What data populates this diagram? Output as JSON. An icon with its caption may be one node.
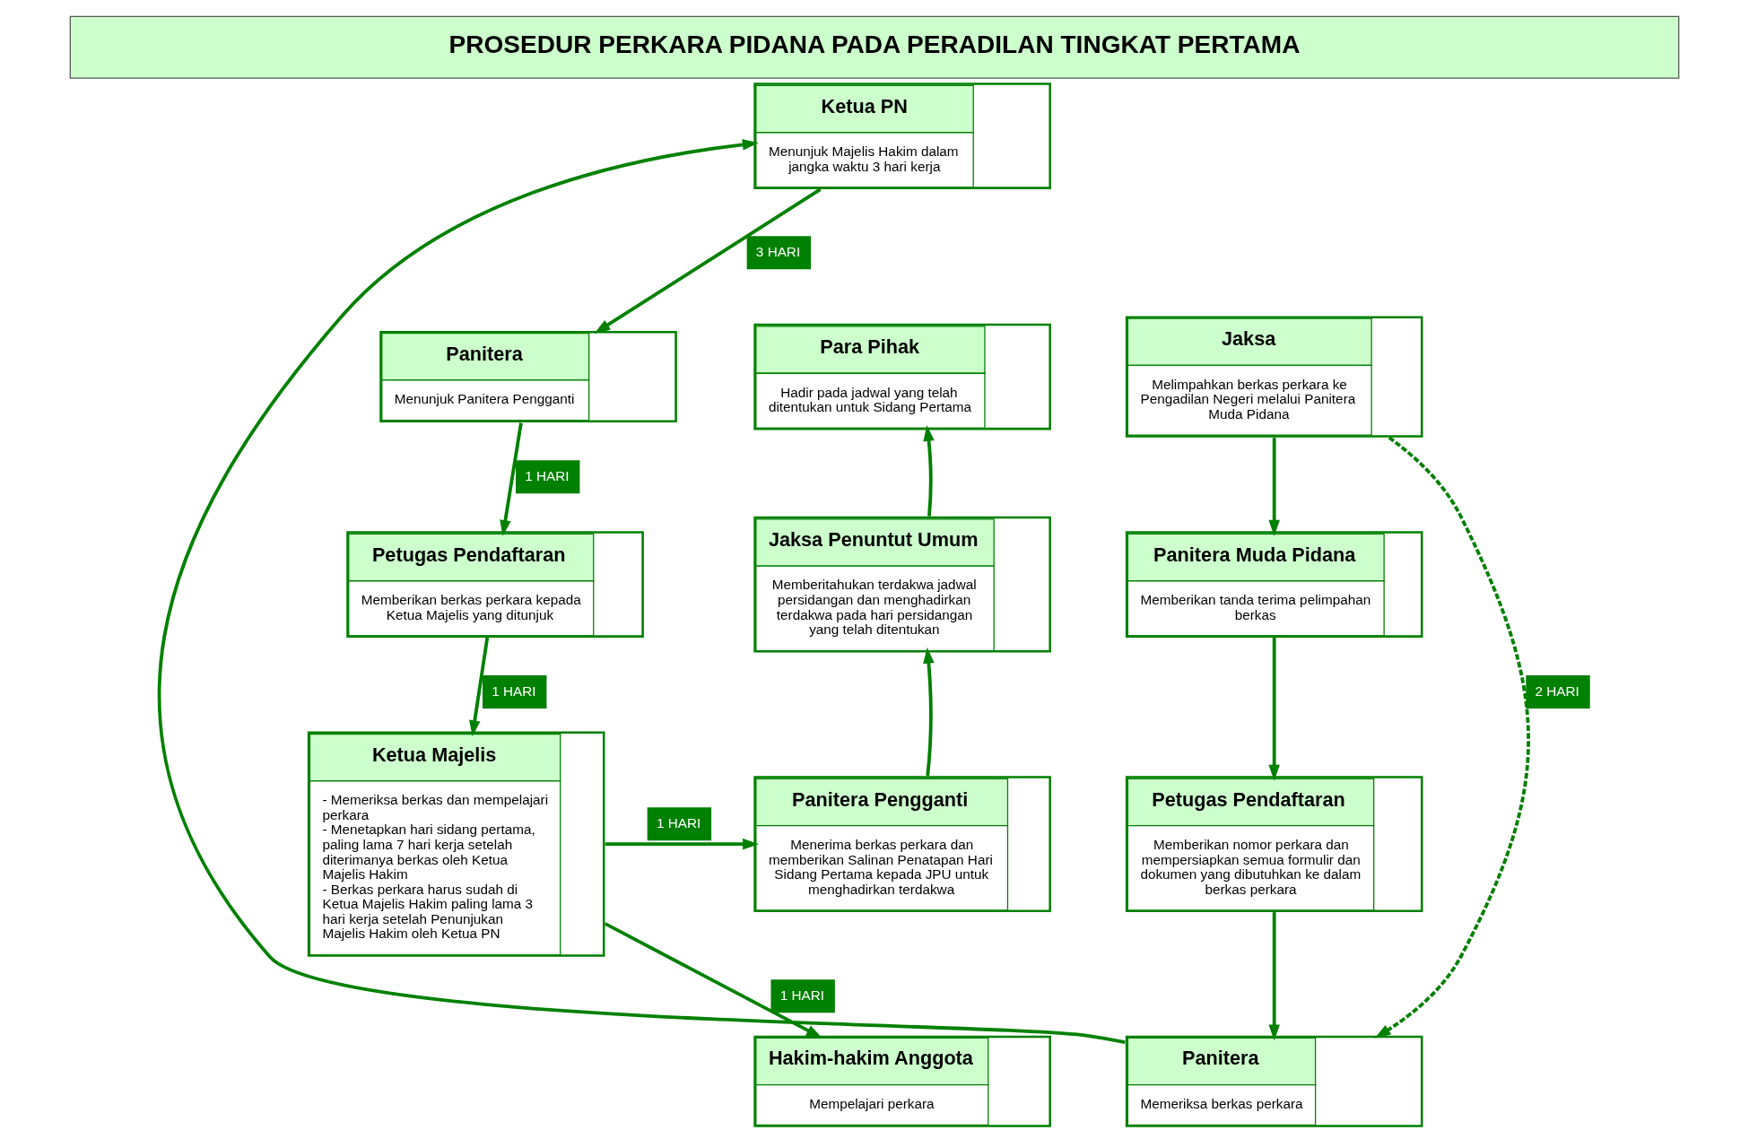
{
  "diagram": {
    "title": "PROSEDUR PERKARA PIDANA PADA PERADILAN TINGKAT PERTAMA",
    "nodes": [
      {
        "text": [
          "Jaksa",
          "Melimpahkan berkas perkara ke Pengadilan Negeri melalui Panitera Muda Pidana"
        ]
      },
      {
        "text": [
          "Panitera Muda Pidana",
          "Memberikan tanda terima pelimpahan berkas"
        ]
      },
      {
        "text": [
          "Petugas Pendaftaran",
          "Memberikan nomor perkara dan mempersiapkan semua formulir dan dokumen yang dibutuhkan ke dalam berkas perkara"
        ]
      },
      {
        "text": [
          "Panitera",
          "Memeriksa berkas perkara"
        ]
      },
      {
        "text": [
          "Ketua PN",
          "Menunjuk Majelis Hakim dalam jangka waktu 3 hari kerja"
        ]
      },
      {
        "text": [
          "Panitera",
          "Menunjuk Panitera Pengganti"
        ]
      },
      {
        "text": [
          "Petugas Pendaftaran",
          "Memberikan berkas perkara kepada Ketua Majelis yang ditunjuk"
        ]
      },
      {
        "text": [
          "Ketua Majelis",
          "- Memeriksa berkas dan mempelajari perkara",
          "- Menetapkan hari sidang pertama, paling lama 7 hari kerja setelah diterimanya berkas oleh Ketua Majelis Hakim",
          "- Berkas perkara harus sudah di Ketua Majelis Hakim paling lama 3 hari kerja setelah Penunjukan Majelis Hakim oleh Ketua PN"
        ]
      },
      {
        "text": [
          "Para Pihak",
          "Hadir pada jadwal yang telah ditentukan untuk Sidang Pertama"
        ]
      },
      {
        "text": [
          "Jaksa Penuntut Umum",
          "Memberitahukan terdakwa jadwal persidangan dan menghadirkan terdakwa pada hari persidangan yang telah ditentukan"
        ]
      },
      {
        "text": [
          "Panitera Pengganti",
          "Menerima berkas perkara dan memberikan Salinan Penatapan Hari Sidang Pertama kepada JPU untuk menghadirkan terdakwa"
        ]
      },
      {
        "text": [
          "Hakim-hakim Anggota",
          "Mempelajari perkara"
        ]
      }
    ],
    "edges": [
      {
        "from": 0,
        "to": 1,
        "arrow": "to"
      },
      {
        "from": 1,
        "to": 2,
        "arrow": "to"
      },
      {
        "from": 2,
        "to": 3,
        "arrow": "to"
      },
      {
        "from": 0,
        "to": 3,
        "arrow": "to",
        "style": "dashed",
        "label": "2 HARI"
      },
      {
        "from": 3,
        "to": 4,
        "arrow": "to"
      },
      {
        "from": 4,
        "to": 5,
        "arrow": "to",
        "label": "3 HARI"
      },
      {
        "from": 5,
        "to": 6,
        "arrow": "to",
        "label": "1 HARI"
      },
      {
        "from": 6,
        "to": 7,
        "arrow": "to",
        "label": "1 HARI"
      },
      {
        "from": 7,
        "to": 10,
        "arrow": "to",
        "label": "1 HARI"
      },
      {
        "from": 7,
        "to": 11,
        "arrow": "to",
        "label": "1 HARI"
      },
      {
        "from": 10,
        "to": 9,
        "arrow": "to"
      },
      {
        "from": 9,
        "to": 8,
        "arrow": "to"
      }
    ]
  }
}
